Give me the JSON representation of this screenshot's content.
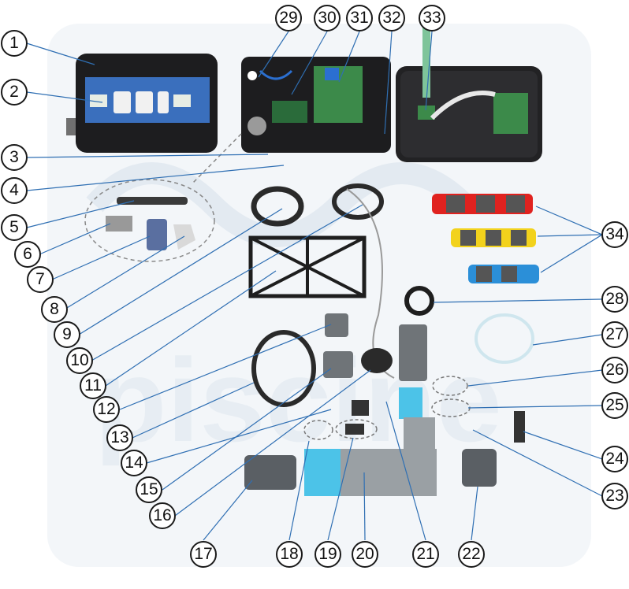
{
  "diagram": {
    "callouts": [
      {
        "id": "c1",
        "label": "1"
      },
      {
        "id": "c2",
        "label": "2"
      },
      {
        "id": "c3",
        "label": "3"
      },
      {
        "id": "c4",
        "label": "4"
      },
      {
        "id": "c5",
        "label": "5"
      },
      {
        "id": "c6",
        "label": "6"
      },
      {
        "id": "c7",
        "label": "7"
      },
      {
        "id": "c8",
        "label": "8"
      },
      {
        "id": "c9",
        "label": "9"
      },
      {
        "id": "c10",
        "label": "10"
      },
      {
        "id": "c11",
        "label": "11"
      },
      {
        "id": "c12",
        "label": "12"
      },
      {
        "id": "c13",
        "label": "13"
      },
      {
        "id": "c14",
        "label": "14"
      },
      {
        "id": "c15",
        "label": "15"
      },
      {
        "id": "c16",
        "label": "16"
      },
      {
        "id": "c17",
        "label": "17"
      },
      {
        "id": "c18",
        "label": "18"
      },
      {
        "id": "c19",
        "label": "19"
      },
      {
        "id": "c20",
        "label": "20"
      },
      {
        "id": "c21",
        "label": "21"
      },
      {
        "id": "c22",
        "label": "22"
      },
      {
        "id": "c23",
        "label": "23"
      },
      {
        "id": "c24",
        "label": "24"
      },
      {
        "id": "c25",
        "label": "25"
      },
      {
        "id": "c26",
        "label": "26"
      },
      {
        "id": "c27",
        "label": "27"
      },
      {
        "id": "c28",
        "label": "28"
      },
      {
        "id": "c29",
        "label": "29"
      },
      {
        "id": "c30",
        "label": "30"
      },
      {
        "id": "c31",
        "label": "31"
      },
      {
        "id": "c32",
        "label": "32"
      },
      {
        "id": "c33",
        "label": "33"
      },
      {
        "id": "c34",
        "label": "34"
      }
    ],
    "watermark_text": "piscine",
    "colors": {
      "background": "#ffffff",
      "watermark": "#dde6ee",
      "panel_blue": "#3a6fbd",
      "housing_black": "#1d1d1f",
      "pvc_grey": "#6f7478",
      "pcb_green": "#3c8a4a",
      "electrode_red": "#e0221f",
      "electrode_yellow": "#f2d21c",
      "electrode_blue": "#2b8fd8",
      "cell_cyan": "#4cc3e8"
    }
  }
}
